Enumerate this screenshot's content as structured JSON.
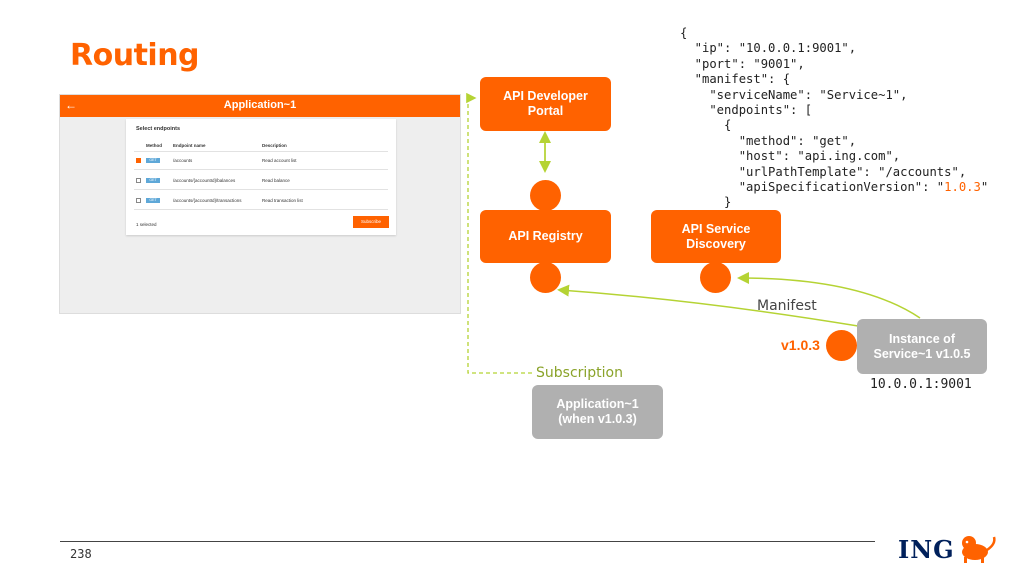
{
  "title": "Routing",
  "app": {
    "back_icon": "←",
    "title": "Application~1",
    "card_title": "Select endpoints",
    "columns": [
      "Method",
      "Endpoint name",
      "Description"
    ],
    "rows": [
      {
        "checked": true,
        "method": "GET",
        "endpoint": "/accounts",
        "description": "Read account list"
      },
      {
        "checked": false,
        "method": "GET",
        "endpoint": "/accounts/{accountId}/balances",
        "description": "Read balance"
      },
      {
        "checked": false,
        "method": "GET",
        "endpoint": "/accounts/{accountId}/transactions",
        "description": "Read transaction list"
      }
    ],
    "selected": "1 selected",
    "subscribe": "Subscribe"
  },
  "boxes": {
    "portal": "API Developer\nPortal",
    "registry": "API Registry",
    "discovery": "API Service\nDiscovery",
    "instance": "Instance of\nService~1 v1.0.5",
    "application": "Application~1\n(when v1.0.3)"
  },
  "labels": {
    "manifest": "Manifest",
    "subscription": "Subscription",
    "version": "v1.0.3",
    "address": "10.0.0.1:9001"
  },
  "json_lines": [
    "{",
    "  \"ip\": \"10.0.0.1:9001\",",
    "  \"port\": \"9001\",",
    "  \"manifest\": {",
    "    \"serviceName\": \"Service~1\",",
    "    \"endpoints\": [",
    "      {",
    "        \"method\": \"get\",",
    "        \"host\": \"api.ing.com\",",
    "        \"urlPathTemplate\": \"/accounts\",",
    "        \"apiSpecificationVersion\": \"",
    "      }"
  ],
  "json_highlight": "1.0.3",
  "json_tail": "\"",
  "page_number": "238",
  "logo_text": "ING",
  "logo_icon": "lion-icon",
  "colors": {
    "accent": "#ff6200",
    "grey": "#b0b0b0",
    "connector": "#b5d334",
    "navy": "#00205b"
  }
}
